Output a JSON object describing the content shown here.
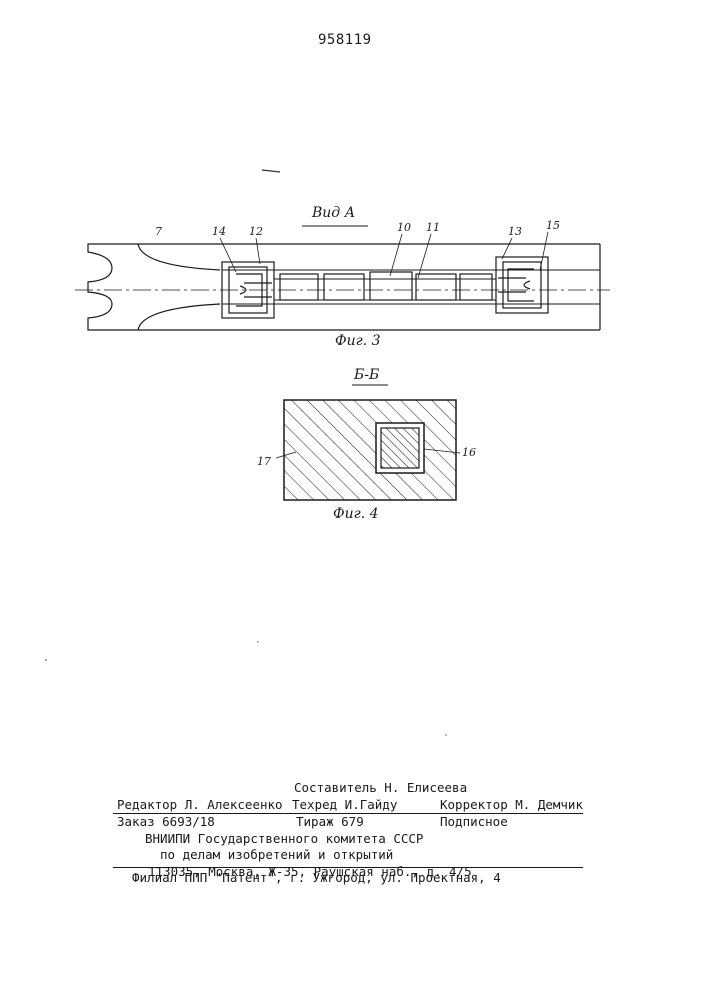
{
  "header": {
    "patent_number": "958119"
  },
  "figure3": {
    "view_title": "Вид А",
    "caption": "Фиг. 3",
    "labels": {
      "l7": "7",
      "l14": "14",
      "l12": "12",
      "l10": "10",
      "l11": "11",
      "l13": "13",
      "l15": "15"
    }
  },
  "figure4": {
    "section_title": "Б-Б",
    "caption": "Фиг. 4",
    "labels": {
      "l17": "17",
      "l16": "16"
    }
  },
  "footer": {
    "composer": "Составитель Н. Елисеева",
    "editor": "Редактор Л. Алексеенко",
    "techred": "Техред И.Гайду",
    "corrector": "Корректор М. Демчик",
    "order": "Заказ 6693/18",
    "circulation": "Тираж 679",
    "subscription": "Подписное",
    "org_line1": "ВНИИПИ Государственного комитета СССР",
    "org_line2": "по делам изобретений и открытий",
    "address": "113035, Москва, Ж-35, Раушская наб., д. 4/5",
    "branch": "Филиал ППП \"Патент\", г. Ужгород, ул. Проектная, 4"
  }
}
